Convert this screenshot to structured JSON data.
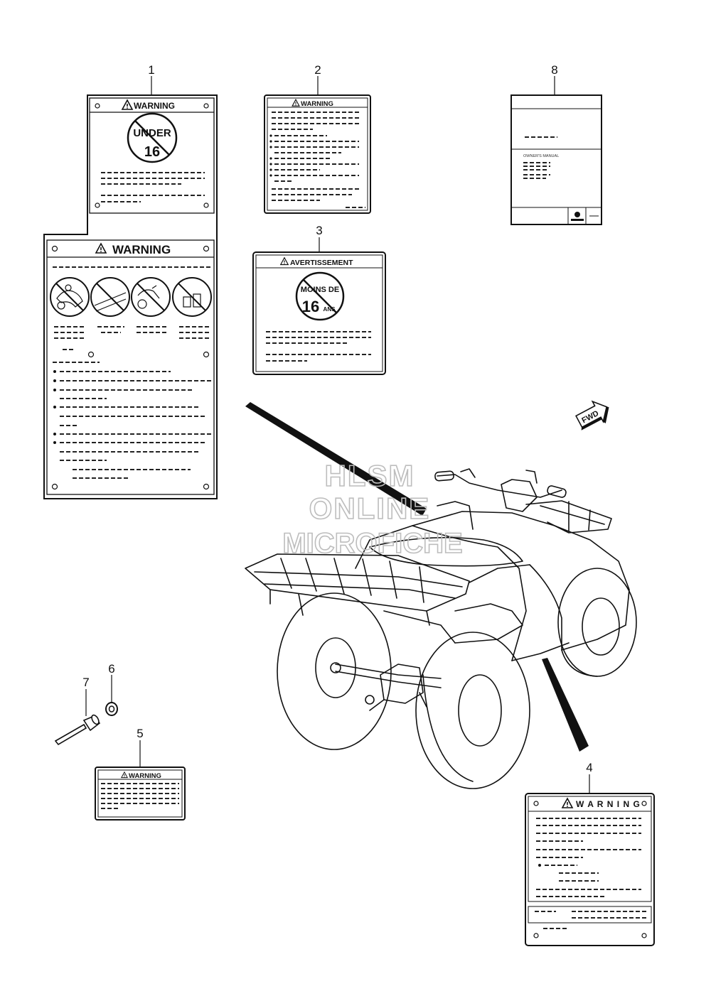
{
  "callouts": [
    "1",
    "2",
    "3",
    "4",
    "5",
    "6",
    "7",
    "8"
  ],
  "labels": {
    "warning": "WARNING",
    "warning_spaced": "W A R N I N G",
    "avertissement": "AVERTISSEMENT",
    "under": "UNDER",
    "age16": "16",
    "moins_de": "MOINS DE",
    "ans": "ANS",
    "owners_manual": "OWNER'S MANUAL",
    "fwd": "FWD"
  },
  "watermark": {
    "line1": "HLSM",
    "line2": "ONLINE",
    "line3": "MICROFICHE"
  },
  "icons": [
    "warning-triangle-icon",
    "no-passenger-icon",
    "no-drink-icon",
    "no-paved-road-icon",
    "no-under-16-icon",
    "fwd-arrow-icon",
    "suzuki-logo-icon"
  ]
}
